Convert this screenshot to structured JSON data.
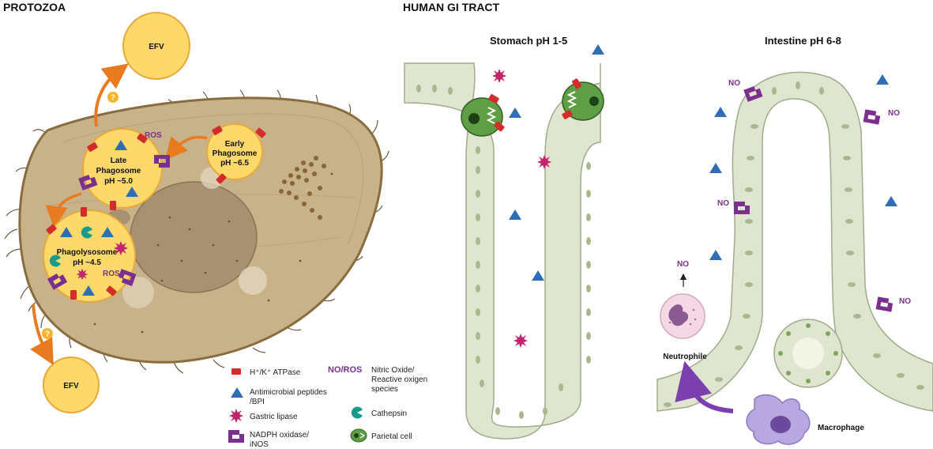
{
  "headers": {
    "protozoa": "PROTOZOA",
    "human_gi_tract": "HUMAN GI TRACT",
    "stomach": "Stomach pH 1-5",
    "intestine": "Intestine pH 6-8"
  },
  "protozoa": {
    "efv": "EFV",
    "question": "?",
    "ros": "ROS",
    "early_phagosome": [
      "Early",
      "Phagosome",
      "pH ~6.5"
    ],
    "late_phagosome": [
      "Late",
      "Phagosome",
      "pH ~5.0"
    ],
    "phagolysosome": [
      "Phagolysosome",
      "pH ~4.5"
    ]
  },
  "legend": {
    "atpase": "H⁺/K⁺ ATPase",
    "amp": [
      "Antimicrobial peptides",
      "/BPI"
    ],
    "lipase": "Gastric lipase",
    "nadph": [
      "NADPH oxidase/",
      "iNOS"
    ],
    "no_ros_key": "NO/ROS",
    "no_ros": [
      "Nitric Oxide/",
      "Reactive oxigen",
      "species"
    ],
    "cathepsin": "Cathepsin",
    "parietal": "Parietal cell"
  },
  "intestine": {
    "no": "NO",
    "neutrophile": "Neutrophile",
    "macrophage": "Macrophage"
  },
  "colors": {
    "atpase_red": "#d42b2b",
    "amp_blue": "#2f6db5",
    "lipase_pink": "#c4246e",
    "nadph_purple": "#7b2f8f",
    "cathepsin_teal": "#1a9a8c",
    "parietal_green": "#5f9e44",
    "cell_body": "#c8b289",
    "epithelium": "#dfe5cf",
    "vacuole": "#fcd96a",
    "arrow_orange": "#e87a20"
  }
}
